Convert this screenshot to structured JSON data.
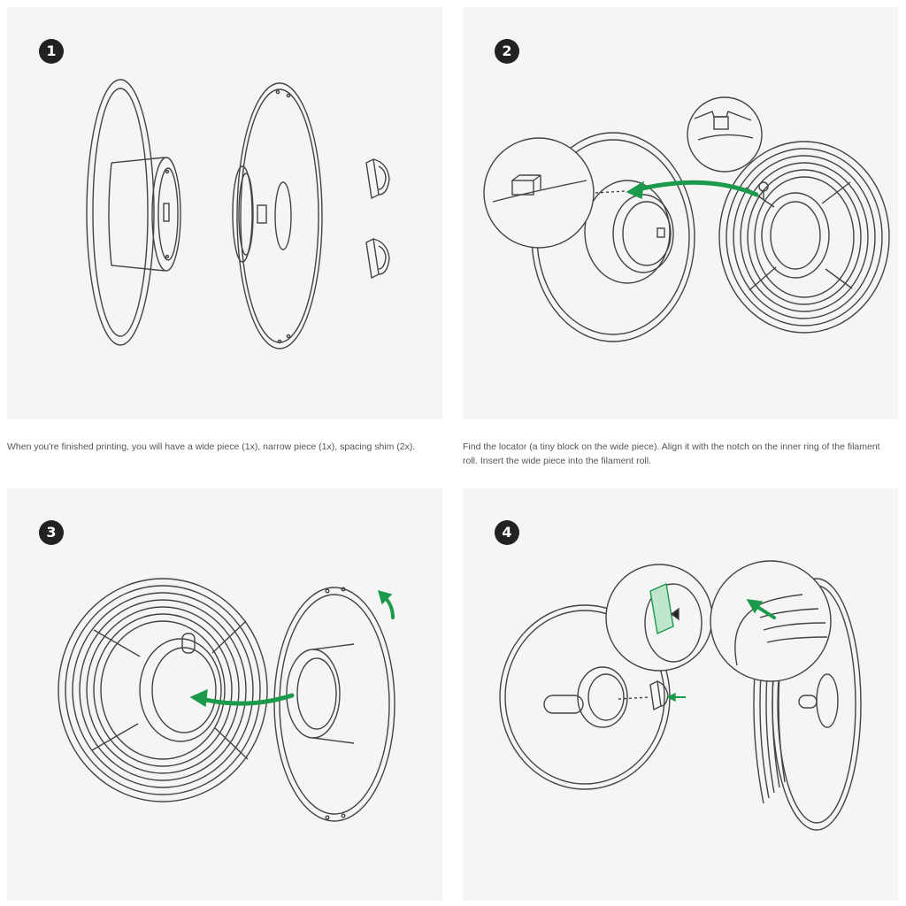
{
  "steps": [
    {
      "number": "1",
      "caption": "When you're finished printing, you will have a wide piece (1x), narrow piece (1x), spacing shim (2x)."
    },
    {
      "number": "2",
      "caption": "Find the locator (a tiny block on the wide piece). Align it with the notch on the inner ring of the filament roll. Insert the wide piece into the filament roll."
    },
    {
      "number": "3",
      "caption": ""
    },
    {
      "number": "4",
      "caption": ""
    }
  ],
  "colors": {
    "panel_background": "#f5f5f5",
    "line_art": "#444444",
    "arrow_accent": "#1a9a4a",
    "badge": "#222222",
    "caption_text": "#555555"
  }
}
